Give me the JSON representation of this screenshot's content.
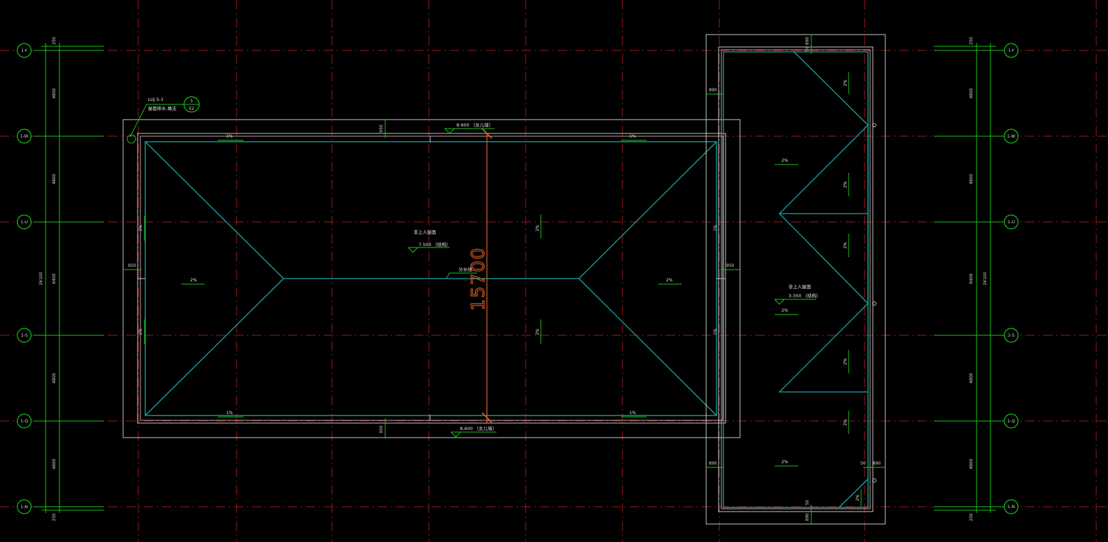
{
  "drawing": {
    "axes_left": [
      {
        "label": "1-Y"
      },
      {
        "label": "1-W"
      },
      {
        "label": "1-U"
      },
      {
        "label": "1-S"
      },
      {
        "label": "1-Q"
      },
      {
        "label": "1-N"
      }
    ],
    "axes_right": [
      {
        "label": "1-Y"
      },
      {
        "label": "1-W"
      },
      {
        "label": "1-U"
      },
      {
        "label": "1-S"
      },
      {
        "label": "1-Q"
      },
      {
        "label": "1-N"
      }
    ],
    "left_dims": [
      "250",
      "4800",
      "4800",
      "6400",
      "4800",
      "4800",
      "250"
    ],
    "left_total": "26100",
    "right_dims": [
      "250",
      "4800",
      "4800",
      "6400",
      "4800",
      "4800",
      "250"
    ],
    "right_total": "26100",
    "detail_callout": {
      "ref": "LUJ.5-1",
      "desc": "屋面排水,做法",
      "num": "5",
      "sheet": "E2"
    },
    "big_dimension": "15700",
    "main_roof": {
      "title": "非上人屋面",
      "elevation": "7.500 （结构）",
      "ridge_label": "分水线",
      "top_parapet": "8.600 （女儿墙）",
      "bottom_parapet": "8.600 （女儿墙）",
      "dim_950_top": "950",
      "dim_950_bottom": "950",
      "dim_950_left": "950",
      "dim_950_right": "950"
    },
    "side_roof": {
      "title": "非上人屋面",
      "elevation": "3.350 （结构）",
      "dim_top": "50 890",
      "dim_left_top": "890",
      "dim_left_bottom": "890",
      "dim_right_bottom": "890",
      "dim_50_right": "50",
      "dim_50_bottom": "50",
      "dim_890_bottom": "890"
    },
    "slopes": {
      "s1": "1%",
      "s2": "2%"
    }
  }
}
